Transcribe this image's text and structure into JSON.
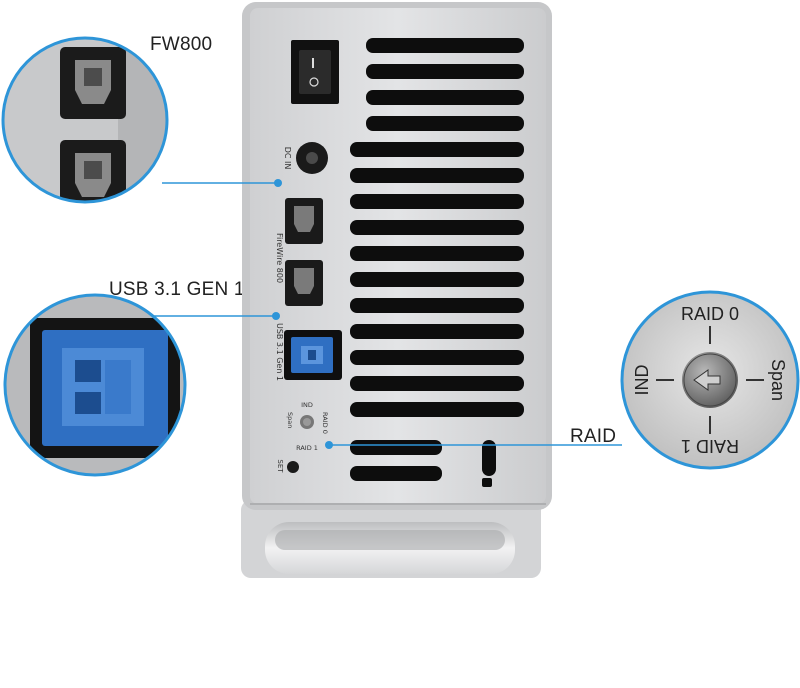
{
  "callouts": {
    "fw800": "FW800",
    "usb": "USB 3.1 GEN 1",
    "raid": "RAID"
  },
  "panel": {
    "dc_in": "DC IN",
    "firewire": "FireWire 800",
    "usb_port": "USB 3.1 Gen 1",
    "ind": "IND",
    "raid0": "RAID 0",
    "span": "Span",
    "raid1": "RAID 1",
    "set": "SET"
  },
  "raid_dial": {
    "raid0": "RAID 0",
    "span": "Span",
    "raid1": "RAID 1",
    "ind": "IND"
  },
  "colors": {
    "callout_ring": "#2e95d8",
    "usb_blue": "#2f6fc2",
    "chassis": "#d8d9db"
  }
}
